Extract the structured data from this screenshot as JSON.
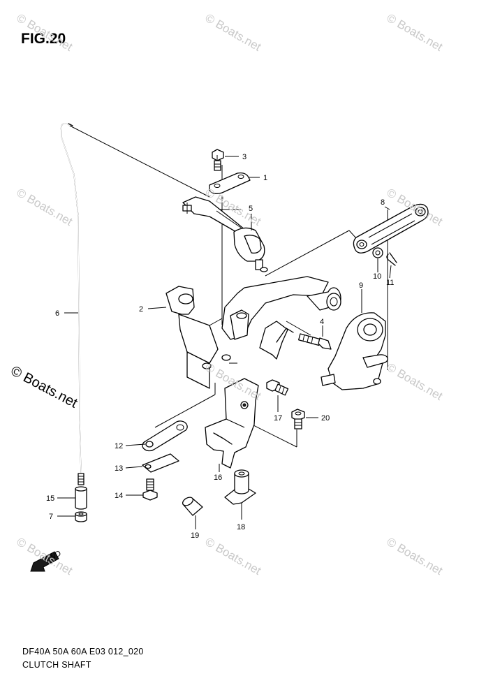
{
  "figure": {
    "title": "FIG.20",
    "model_line": "DF40A 50A 60A E03 012_020",
    "section_name": "CLUTCH SHAFT"
  },
  "watermark": {
    "text": "© Boats.net",
    "prominent_text": "© Boats.net",
    "color": "#c9c9c9"
  },
  "callouts": [
    "1",
    "2",
    "3",
    "4",
    "5",
    "6",
    "7",
    "8",
    "9",
    "10",
    "11",
    "12",
    "13",
    "14",
    "15",
    "16",
    "17",
    "18",
    "19",
    "20"
  ],
  "fwd_arrow": {
    "label": "FWD",
    "icon": "forward-arrow-icon"
  },
  "colors": {
    "line": "#000000",
    "background": "#ffffff"
  }
}
